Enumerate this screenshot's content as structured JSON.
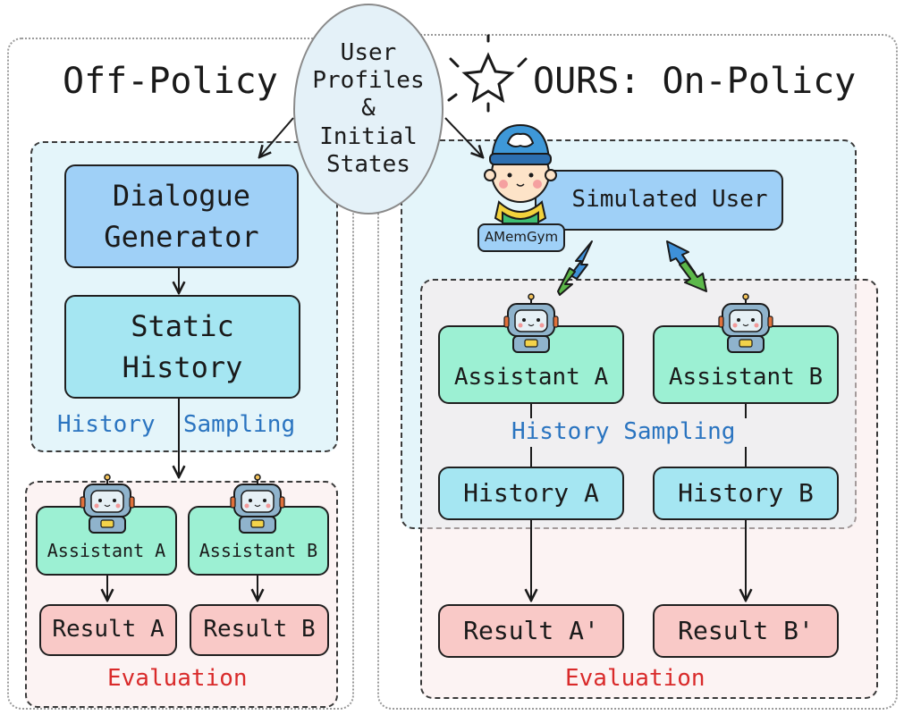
{
  "left_panel": {
    "title": "Off-Policy",
    "dialogue_generator": "Dialogue\nGenerator",
    "static_history": "Static\nHistory",
    "history_sampling": "History  Sampling",
    "assistant_a": "Assistant A",
    "assistant_b": "Assistant B",
    "result_a": "Result A",
    "result_b": "Result B",
    "evaluation": "Evaluation"
  },
  "center": {
    "user_profiles": "User\nProfiles\n&\nInitial\nStates"
  },
  "right_panel": {
    "title": "OURS: On-Policy",
    "simulated_user": "Simulated User",
    "badge": "AMemGym",
    "assistant_a": "Assistant A",
    "assistant_b": "Assistant B",
    "history_sampling": "History Sampling",
    "history_a": "History A",
    "history_b": "History B",
    "result_a": "Result A'",
    "result_b": "Result B'",
    "evaluation": "Evaluation"
  },
  "colors": {
    "blue_box": "#9fd0f7",
    "aqua_box": "#a5e6f2",
    "mint_box": "#9cf0d3",
    "rose_box": "#f9c9c7",
    "label_blue": "#2a74c0",
    "label_red": "#d92a2a"
  }
}
